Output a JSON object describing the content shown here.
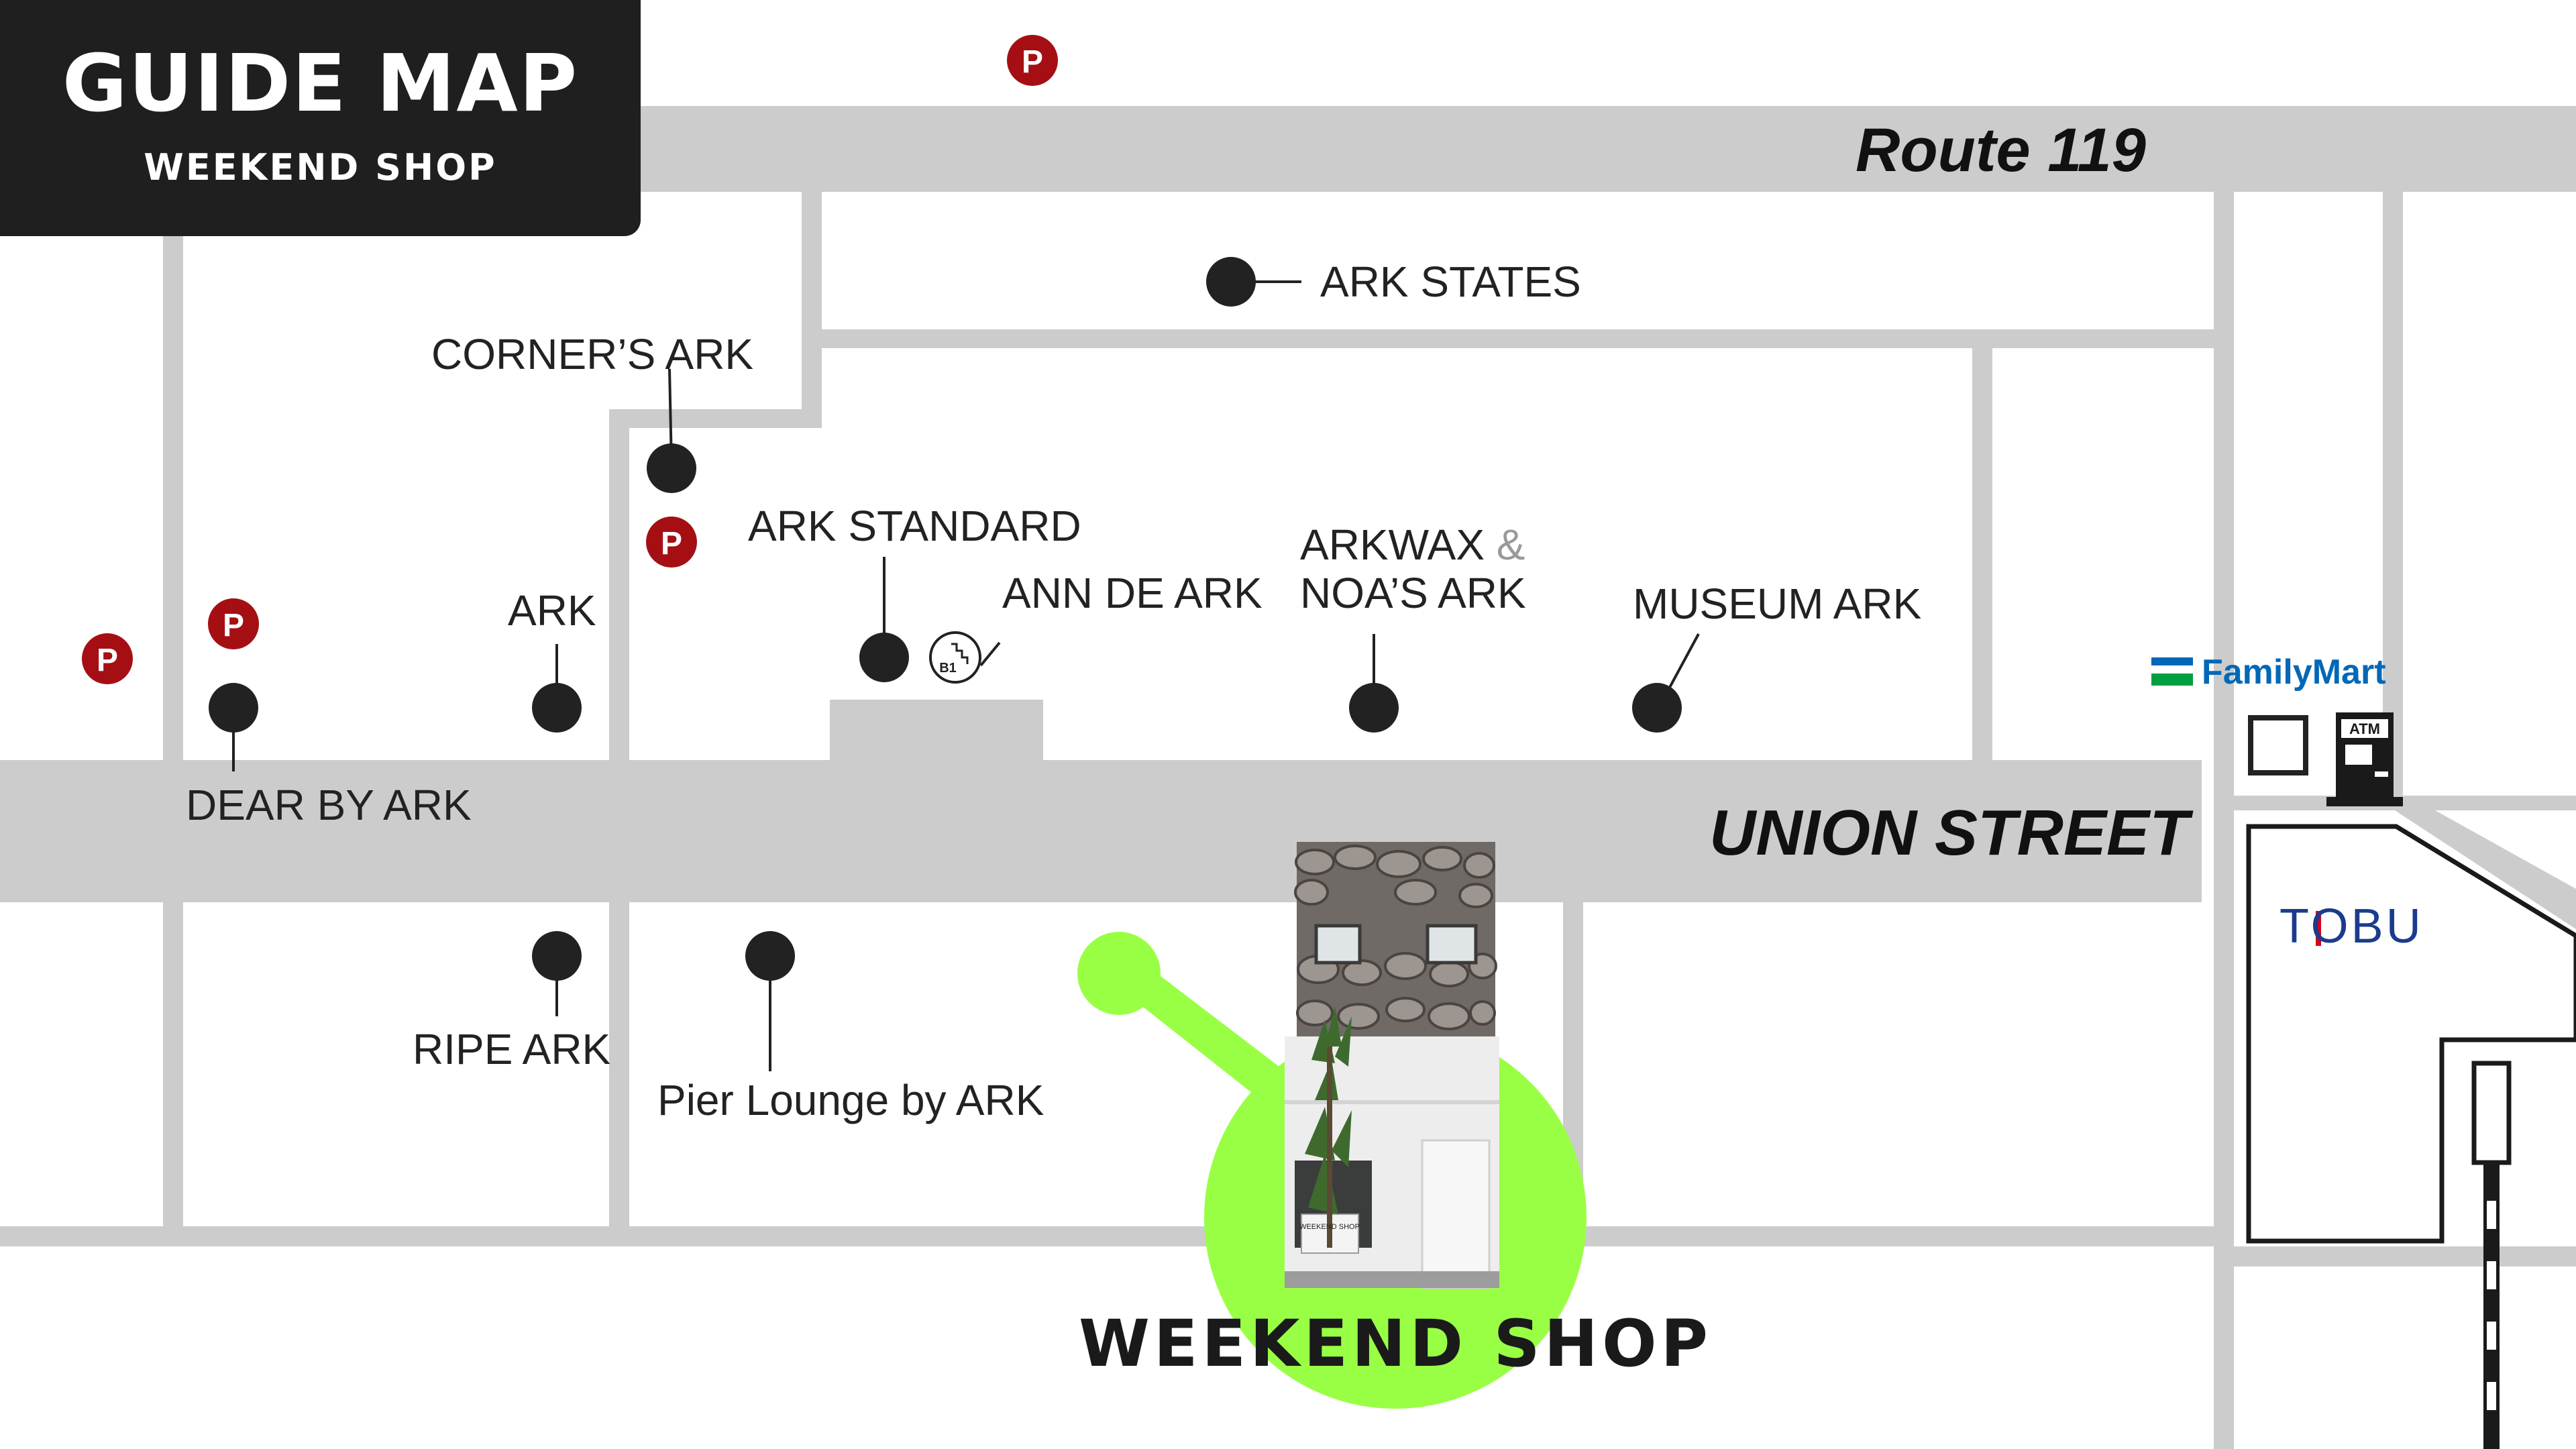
{
  "header": {
    "title": "GUIDE MAP",
    "subtitle": "WEEKEND SHOP"
  },
  "roads": {
    "route": "Route 119",
    "union_street": "UNION STREET"
  },
  "shops": {
    "ark_states": "ARK STATES",
    "corners_ark": "CORNER’S ARK",
    "ark_standard": "ARK STANDARD",
    "ann_de_ark": "ANN DE ARK",
    "arkwax": "ARKWAX",
    "ampersand": "&",
    "noas_ark": "NOA’S ARK",
    "museum_ark": "MUSEUM ARK",
    "ark": "ARK",
    "dear_by_ark": "DEAR BY ARK",
    "ripe_ark": "RIPE ARK",
    "pier_lounge": "Pier Lounge by ARK"
  },
  "featured": {
    "name": "WEEKEND SHOP",
    "sign_text": "WEEKEND SHOP"
  },
  "landmarks": {
    "familymart": "FamilyMart",
    "tobu": "TOBU",
    "atm": "ATM",
    "floor_badge": "B1"
  },
  "parking_symbol": "P",
  "icons": [
    "parking-icon",
    "shop-pin-icon",
    "stairs-icon",
    "atm-icon",
    "familymart-logo-icon",
    "railway-icon",
    "shop-photo"
  ],
  "colors": {
    "road": "#cccccc",
    "pin": "#222222",
    "parking": "#a50f14",
    "highlight": "#99ff44",
    "header_bg": "#1f1f1f",
    "familymart_blue": "#0068b7",
    "familymart_green": "#00a040",
    "tobu_blue": "#1a3c8c",
    "tobu_red": "#d7001d"
  }
}
